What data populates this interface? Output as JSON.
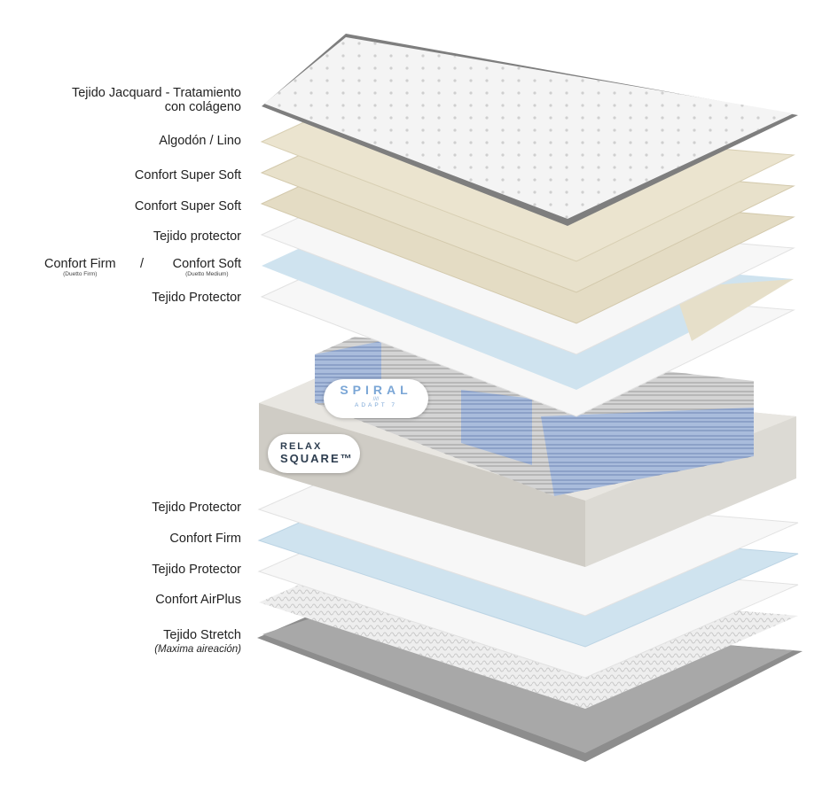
{
  "labels_top": [
    {
      "line1": "Tejido Jacquard - Tratamiento",
      "line2": "con colágeno"
    },
    {
      "text": "Algodón / Lino"
    },
    {
      "text": "Confort Super Soft"
    },
    {
      "text": "Confort Super Soft"
    },
    {
      "text": "Tejido protector"
    },
    {
      "text": "Tejido Protector"
    }
  ],
  "duetto": {
    "left": "Confort Firm",
    "left_sub": "(Duetto Firm)",
    "sep": "/",
    "right": "Confort Soft",
    "right_sub": "(Duetto Medium)"
  },
  "labels_bottom": [
    {
      "text": "Tejido Protector"
    },
    {
      "text": "Confort Firm"
    },
    {
      "text": "Tejido Protector"
    },
    {
      "text": "Confort AirPlus"
    },
    {
      "text": "Tejido Stretch",
      "sub": "(Maxima aireación)"
    }
  ],
  "badges": {
    "spiral": {
      "title": "SPIRAL",
      "mark": "////",
      "sub": "ADAPT 7"
    },
    "relax": {
      "line1": "RELAX",
      "line2": "SQUARE™"
    }
  },
  "colors": {
    "tan": "#e6dfc9",
    "blue": "#cfe3ef",
    "white": "#f6f6f6",
    "grey": "#9a9a9a",
    "spring_blue": "#9fb4d8"
  }
}
